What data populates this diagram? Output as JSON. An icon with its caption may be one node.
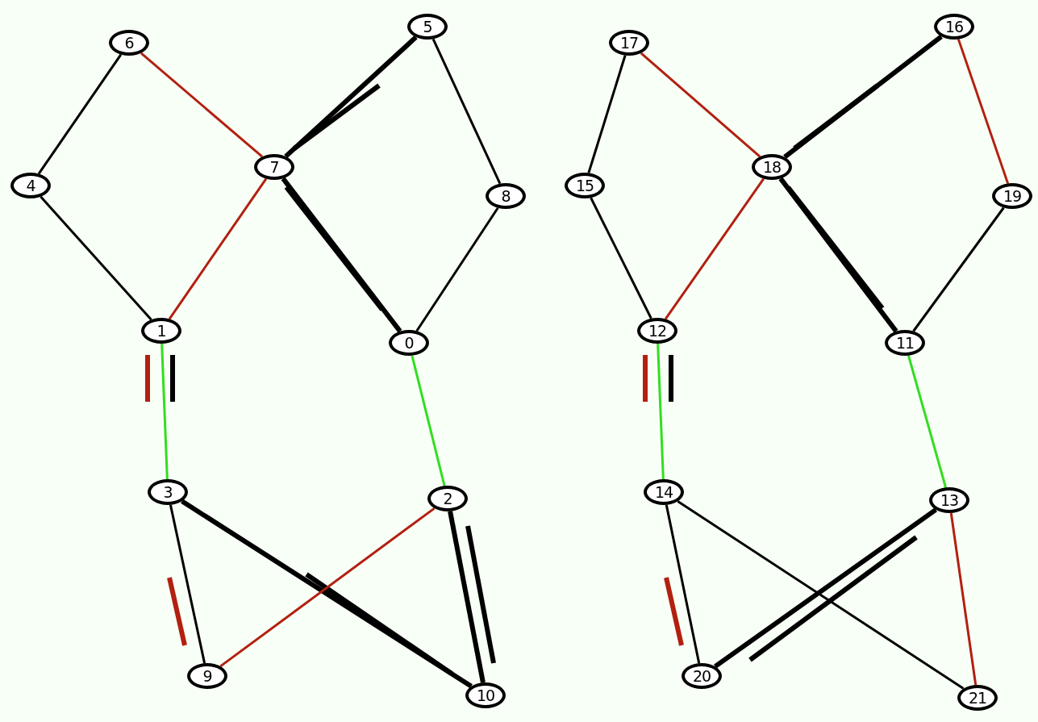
{
  "diagram": {
    "nodes": [
      {
        "text": [
          "0"
        ]
      },
      {
        "text": [
          "1"
        ]
      },
      {
        "text": [
          "2"
        ]
      },
      {
        "text": [
          "3"
        ]
      },
      {
        "text": [
          "4"
        ]
      },
      {
        "text": [
          "5"
        ]
      },
      {
        "text": [
          "6"
        ]
      },
      {
        "text": [
          "7"
        ]
      },
      {
        "text": [
          "8"
        ]
      },
      {
        "text": [
          "9"
        ]
      },
      {
        "text": [
          "10"
        ]
      },
      {
        "text": [
          "11"
        ]
      },
      {
        "text": [
          "12"
        ]
      },
      {
        "text": [
          "13"
        ]
      },
      {
        "text": [
          "14"
        ]
      },
      {
        "text": [
          "15"
        ]
      },
      {
        "text": [
          "16"
        ]
      },
      {
        "text": [
          "17"
        ]
      },
      {
        "text": [
          "18"
        ]
      },
      {
        "text": [
          "19"
        ]
      },
      {
        "text": [
          "20"
        ]
      },
      {
        "text": [
          "21"
        ]
      }
    ],
    "edges": [
      {
        "from": 6,
        "to": 4,
        "arrow": "none"
      },
      {
        "from": 6,
        "to": 7,
        "arrow": "none",
        "color": "#b22010"
      },
      {
        "from": 5,
        "to": 7,
        "arrow": "none",
        "style": "thick"
      },
      {
        "from": 5,
        "to": 8,
        "arrow": "none"
      },
      {
        "from": 4,
        "to": 1,
        "arrow": "none"
      },
      {
        "from": 7,
        "to": 1,
        "arrow": "none",
        "color": "#b22010"
      },
      {
        "from": 7,
        "to": 0,
        "arrow": "none",
        "style": "thick"
      },
      {
        "from": 8,
        "to": 0,
        "arrow": "none"
      },
      {
        "from": 1,
        "to": 3,
        "arrow": "none",
        "color": "#33dd22"
      },
      {
        "from": 0,
        "to": 2,
        "arrow": "none",
        "color": "#33dd22"
      },
      {
        "from": 3,
        "to": 9,
        "arrow": "none"
      },
      {
        "from": 3,
        "to": 10,
        "arrow": "none",
        "style": "thick"
      },
      {
        "from": 2,
        "to": 9,
        "arrow": "none",
        "color": "#b22010"
      },
      {
        "from": 2,
        "to": 10,
        "arrow": "none",
        "style": "thick"
      },
      {
        "from": 17,
        "to": 15,
        "arrow": "none"
      },
      {
        "from": 17,
        "to": 18,
        "arrow": "none",
        "color": "#b22010"
      },
      {
        "from": 16,
        "to": 18,
        "arrow": "none",
        "style": "thick"
      },
      {
        "from": 16,
        "to": 19,
        "arrow": "none",
        "color": "#b22010"
      },
      {
        "from": 15,
        "to": 12,
        "arrow": "none"
      },
      {
        "from": 18,
        "to": 12,
        "arrow": "none",
        "color": "#b22010"
      },
      {
        "from": 18,
        "to": 11,
        "arrow": "none",
        "style": "thick"
      },
      {
        "from": 19,
        "to": 11,
        "arrow": "none"
      },
      {
        "from": 12,
        "to": 14,
        "arrow": "none",
        "color": "#33dd22"
      },
      {
        "from": 11,
        "to": 13,
        "arrow": "none",
        "color": "#33dd22"
      },
      {
        "from": 14,
        "to": 20,
        "arrow": "none"
      },
      {
        "from": 14,
        "to": 21,
        "arrow": "none"
      },
      {
        "from": 13,
        "to": 20,
        "arrow": "none",
        "style": "thick"
      },
      {
        "from": 13,
        "to": 21,
        "arrow": "none",
        "color": "#b22010"
      }
    ]
  }
}
